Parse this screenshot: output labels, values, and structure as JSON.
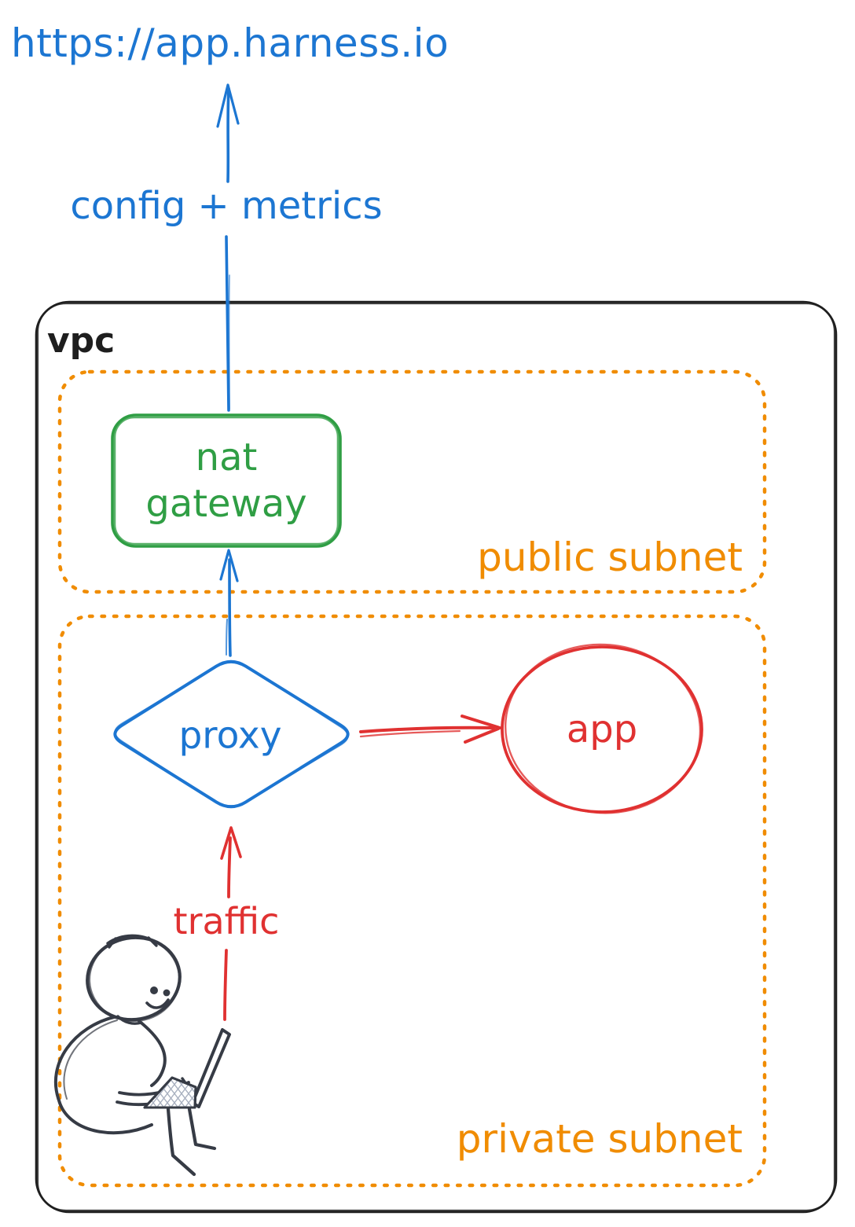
{
  "colors": {
    "blue": "#1c76d2",
    "green": "#2f9e44",
    "red": "#e03131",
    "orange": "#f08c00",
    "ink": "#1e1e1e",
    "person": "#363b45",
    "hatch": "#a9b1c0"
  },
  "labels": {
    "url": "https://app.harness.io",
    "config_metrics": "config + metrics",
    "vpc": "vpc",
    "public_subnet": "public subnet",
    "private_subnet": "private subnet",
    "nat_gateway": [
      "nat",
      "gateway"
    ],
    "proxy": "proxy",
    "app": "app",
    "traffic": "traffic"
  }
}
